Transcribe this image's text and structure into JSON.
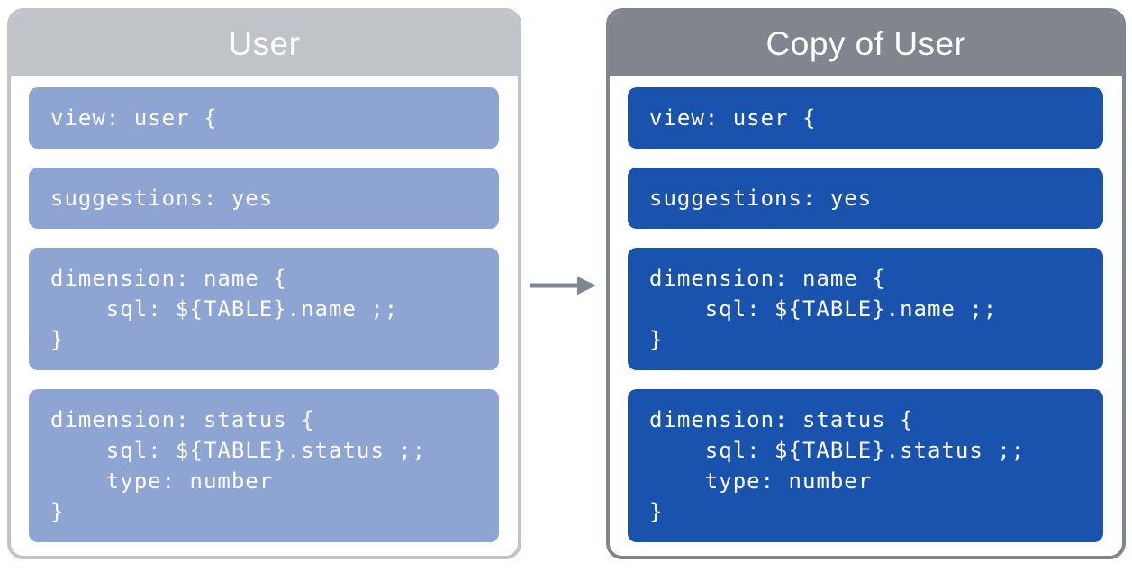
{
  "panels": [
    {
      "title": "User",
      "header_color": "#c0c4c8",
      "block_color": "#8ea5d4",
      "blocks": [
        "view: user {",
        "suggestions: yes",
        "dimension: name {\n    sql: ${TABLE}.name ;;\n}",
        "dimension: status {\n    sql: ${TABLE}.status ;;\n    type: number\n}"
      ]
    },
    {
      "title": "Copy of User",
      "header_color": "#81868e",
      "block_color": "#1a53ae",
      "blocks": [
        "view: user {",
        "suggestions: yes",
        "dimension: name {\n    sql: ${TABLE}.name ;;\n}",
        "dimension: status {\n    sql: ${TABLE}.status ;;\n    type: number\n}"
      ]
    }
  ],
  "arrow": {
    "direction": "right",
    "color": "#7f868f"
  }
}
